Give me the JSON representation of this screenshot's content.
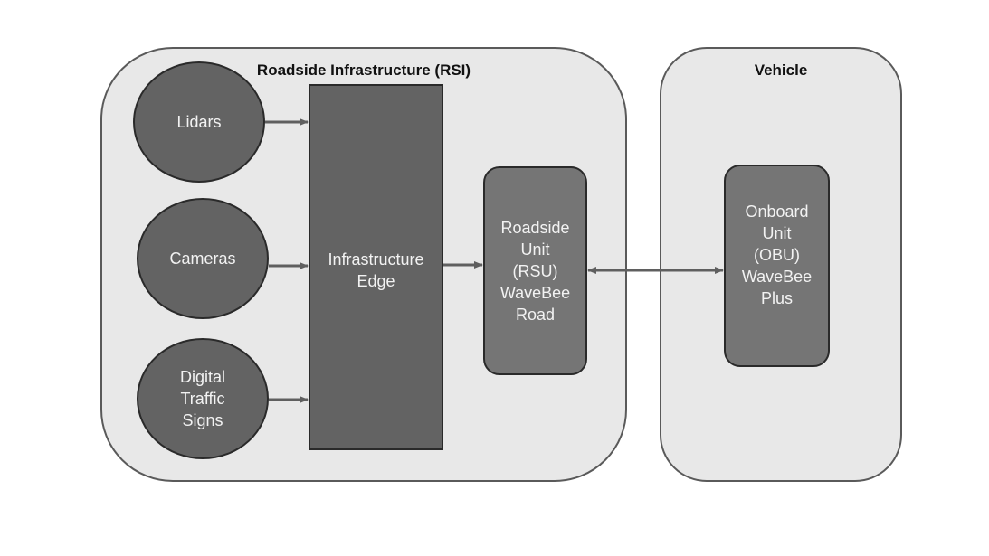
{
  "containers": {
    "rsi": {
      "title": "Roadside Infrastructure (RSI)"
    },
    "vehicle": {
      "title": "Vehicle"
    }
  },
  "nodes": {
    "lidars": "Lidars",
    "cameras": "Cameras",
    "signs": "Digital\nTraffic\nSigns",
    "edge": "Infrastructure\nEdge",
    "rsu": "Roadside\nUnit\n(RSU)\nWaveBee\nRoad",
    "obu": "Onboard\nUnit\n(OBU)\nWaveBee\nPlus"
  },
  "edges": [
    {
      "from": "lidars",
      "to": "edge",
      "direction": "forward"
    },
    {
      "from": "cameras",
      "to": "edge",
      "direction": "forward"
    },
    {
      "from": "signs",
      "to": "edge",
      "direction": "forward"
    },
    {
      "from": "edge",
      "to": "rsu",
      "direction": "forward"
    },
    {
      "from": "rsu",
      "to": "obu",
      "direction": "bidirectional"
    }
  ],
  "colors": {
    "container_fill": "#e8e8e8",
    "node_dark": "#636363",
    "node_unit": "#757575",
    "arrow": "#5f5f5f"
  }
}
